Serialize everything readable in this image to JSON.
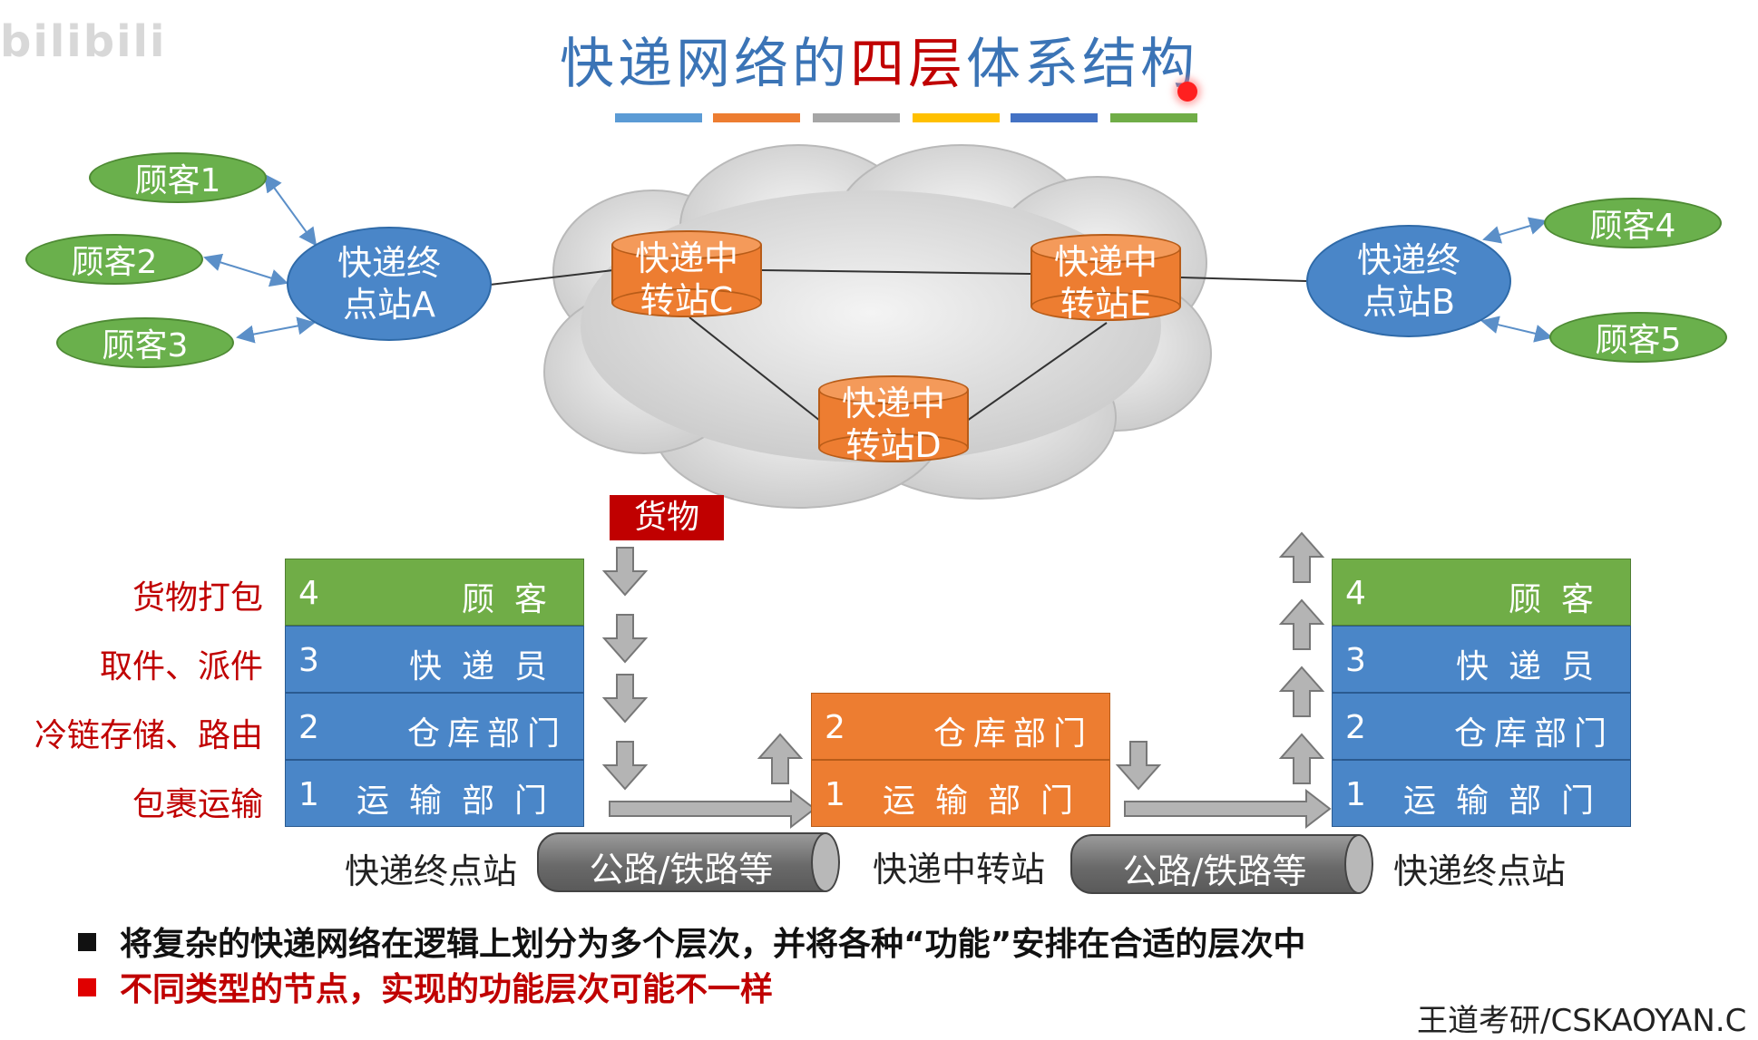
{
  "watermark": "bilibili",
  "title": {
    "part1": "快递网络的",
    "highlight": "四层",
    "part2": "体系结构"
  },
  "colors": {
    "blue": "#4a86c8",
    "orange": "#ed7d31",
    "green": "#70ad47",
    "red": "#c00000",
    "gray": "#a6a6a6",
    "yellow": "#ffc000"
  },
  "customers": [
    "顾客1",
    "顾客2",
    "顾客3",
    "顾客4",
    "顾客5"
  ],
  "terminal_stations": {
    "a_line1": "快递终",
    "a_line2": "点站A",
    "b_line1": "快递终",
    "b_line2": "点站B"
  },
  "hubs": {
    "c": {
      "line1": "快递中",
      "line2": "转站C"
    },
    "d": {
      "line1": "快递中",
      "line2": "转站D"
    },
    "e": {
      "line1": "快递中",
      "line2": "转站E"
    }
  },
  "goods_label": "货物",
  "layer_functions": [
    "货物打包",
    "取件、派件",
    "冷链存储、路由",
    "包裹运输"
  ],
  "left_stack": [
    {
      "num": "4",
      "name": "顾客"
    },
    {
      "num": "3",
      "name": "快递员"
    },
    {
      "num": "2",
      "name": "仓库部门"
    },
    {
      "num": "1",
      "name": "运输部门"
    }
  ],
  "middle_stack": [
    {
      "num": "2",
      "name": "仓库部门"
    },
    {
      "num": "1",
      "name": "运输部门"
    }
  ],
  "right_stack": [
    {
      "num": "4",
      "name": "顾客"
    },
    {
      "num": "3",
      "name": "快递员"
    },
    {
      "num": "2",
      "name": "仓库部门"
    },
    {
      "num": "1",
      "name": "运输部门"
    }
  ],
  "bottom_labels": {
    "left": "快递终点站",
    "middle": "快递中转站",
    "right": "快递终点站"
  },
  "links": {
    "left": "公路/铁路等",
    "right": "公路/铁路等"
  },
  "bullets": [
    "将复杂的快递网络在逻辑上划分为多个层次，并将各种“功能”安排在合适的层次中",
    "不同类型的节点，实现的功能层次可能不一样"
  ],
  "footer": "王道考研/CSKAOYAN.C"
}
